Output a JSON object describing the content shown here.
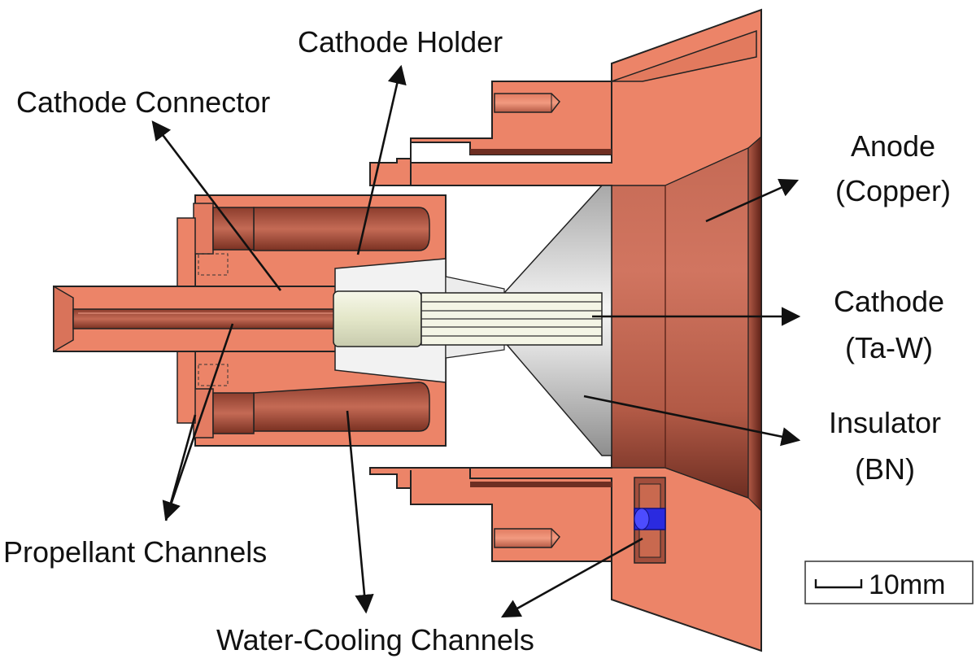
{
  "labels": {
    "cathode_holder": "Cathode Holder",
    "cathode_connector": "Cathode Connector",
    "anode_line1": "Anode",
    "anode_line2": "(Copper)",
    "cathode_line1": "Cathode",
    "cathode_line2": "(Ta-W)",
    "insulator_line1": "Insulator",
    "insulator_line2": "(BN)",
    "propellant_channels": "Propellant Channels",
    "water_cooling_channels": "Water-Cooling Channels"
  },
  "scale_bar": {
    "label": "10mm"
  },
  "colors": {
    "copper": "#EC8468",
    "copper_dark": "#9A4B3B",
    "insulator": "#D9D9D9",
    "cathode": "#EDEFD8",
    "coolant": "#2A2AE0",
    "outline": "#222222"
  }
}
